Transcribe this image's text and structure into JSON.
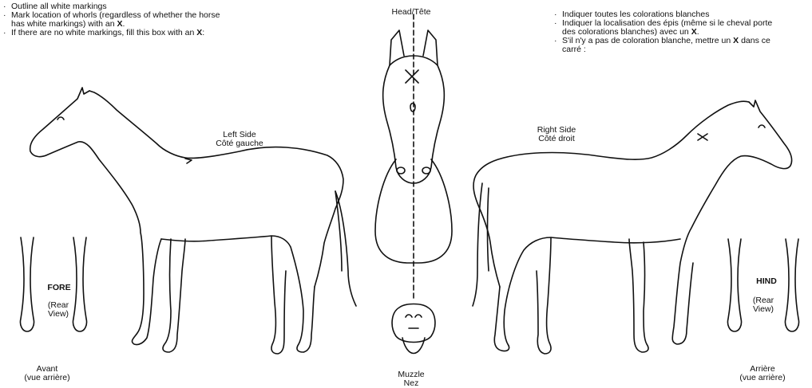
{
  "instructions_en": {
    "line1": "Outline all white markings",
    "line2a": "Mark location of whorls (regardless of whether the horse",
    "line2b": "has white markings) with an ",
    "line3": "If there are no white markings, fill this box with an ",
    "x": "X",
    "period": ".",
    "colon": ":"
  },
  "instructions_fr": {
    "line1": "Indiquer toutes les colorations blanches",
    "line2a": "Indiquer la localisation des épis (même si le cheval porte",
    "line2b": "des colorations blanches) avec un ",
    "line3a": "S'il n'y a pas de coloration blanche, mettre un ",
    "line3b": " dans ce",
    "line3c": "carré :",
    "x": "X",
    "period": "."
  },
  "labels": {
    "head": "Head/Tête",
    "left_side_en": "Left Side",
    "left_side_fr": "Côté gauche",
    "right_side_en": "Right Side",
    "right_side_fr": "Côté droit",
    "fore": "FORE",
    "hind": "HIND",
    "rear_view_a": "(Rear",
    "rear_view_b": "View)",
    "avant": "Avant",
    "arriere": "Arrière",
    "vue_arriere": "(vue arrière)",
    "muzzle": "Muzzle",
    "nez": "Nez"
  }
}
